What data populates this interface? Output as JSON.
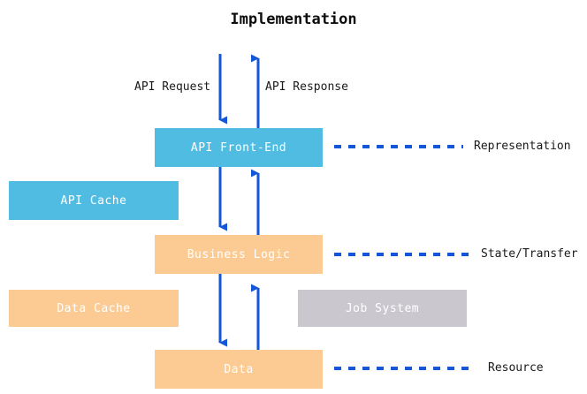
{
  "diagram": {
    "title": "Implementation",
    "type": "layered-architecture-flow",
    "colors": {
      "blue_box": "#51bce2",
      "orange_box": "#fccb93",
      "gray_box": "#cbc7ce",
      "arrow_blue": "#1456d8",
      "dash_blue": "#1456d8",
      "box_text": "#ffffff",
      "label_text": "#1a1a1a",
      "background": "#ffffff"
    },
    "boxes": [
      {
        "id": "api-front-end",
        "label": "API Front-End",
        "color": "blue"
      },
      {
        "id": "api-cache",
        "label": "API Cache",
        "color": "blue"
      },
      {
        "id": "business-logic",
        "label": "Business Logic",
        "color": "orange"
      },
      {
        "id": "data-cache",
        "label": "Data Cache",
        "color": "orange"
      },
      {
        "id": "job-system",
        "label": "Job System",
        "color": "gray"
      },
      {
        "id": "data",
        "label": "Data",
        "color": "orange"
      }
    ],
    "arrow_labels": [
      {
        "id": "api-request",
        "label": "API Request",
        "direction": "down"
      },
      {
        "id": "api-response",
        "label": "API Response",
        "direction": "up"
      }
    ],
    "side_labels": [
      {
        "id": "representation",
        "label": "Representation",
        "connects_to": "api-front-end"
      },
      {
        "id": "state-transfer",
        "label": "State/Transfer",
        "connects_to": "business-logic"
      },
      {
        "id": "resource",
        "label": "Resource",
        "connects_to": "data"
      }
    ],
    "flows": [
      {
        "from": "external",
        "to": "api-front-end",
        "direction": "down"
      },
      {
        "from": "api-front-end",
        "to": "external",
        "direction": "up"
      },
      {
        "from": "api-front-end",
        "to": "business-logic",
        "direction": "down"
      },
      {
        "from": "business-logic",
        "to": "api-front-end",
        "direction": "up"
      },
      {
        "from": "business-logic",
        "to": "data",
        "direction": "down"
      },
      {
        "from": "data",
        "to": "business-logic",
        "direction": "up"
      }
    ]
  }
}
